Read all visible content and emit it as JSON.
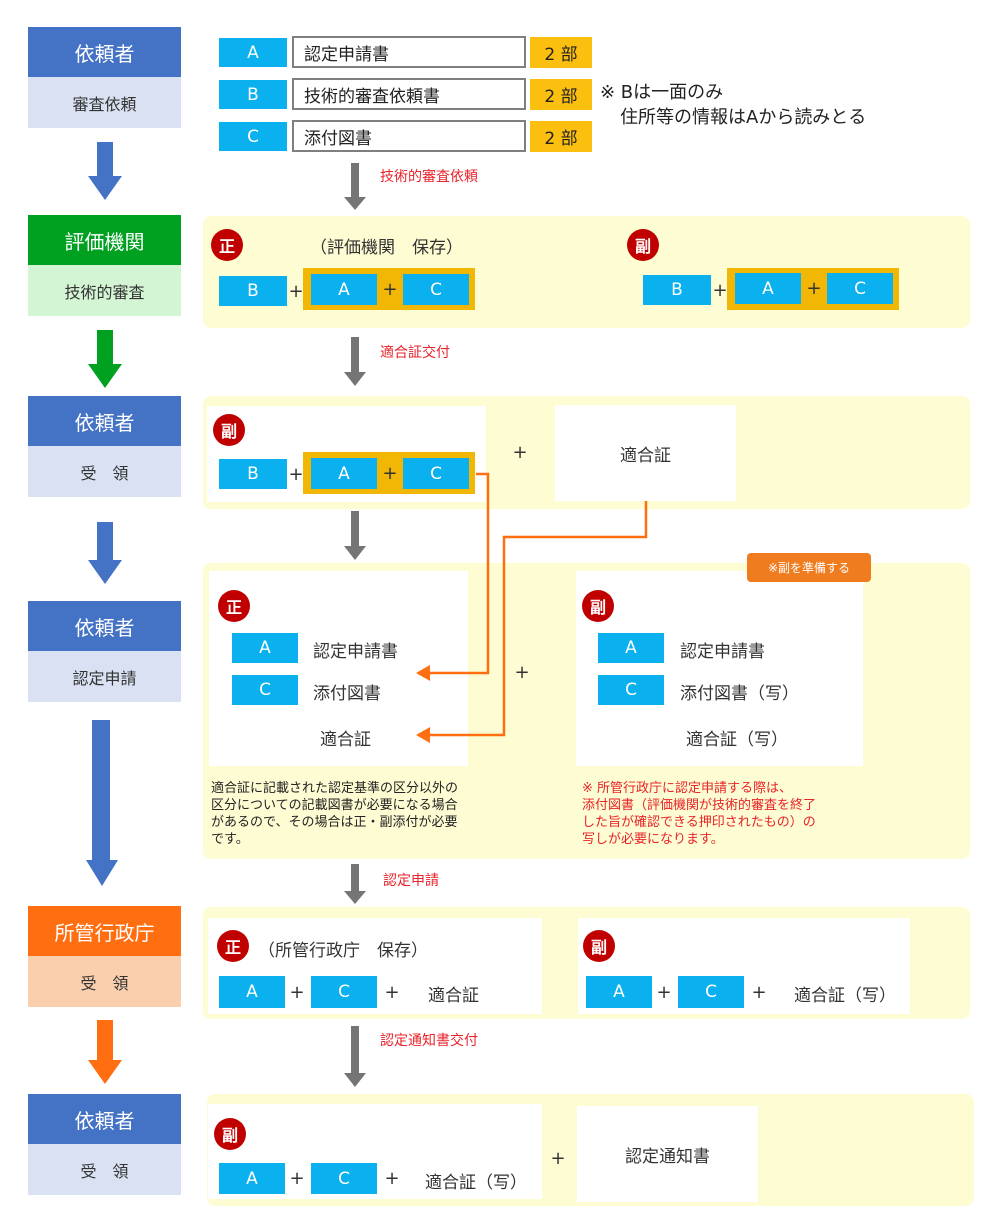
{
  "stages": [
    {
      "title": "依頼者",
      "sub": "審査依頼"
    },
    {
      "title": "評価機関",
      "sub": "技術的審査"
    },
    {
      "title": "依頼者",
      "sub": "受　領"
    },
    {
      "title": "依頼者",
      "sub": "認定申請"
    },
    {
      "title": "所管行政庁",
      "sub": "受　領"
    },
    {
      "title": "依頼者",
      "sub": "受　領"
    }
  ],
  "tags": {
    "A": "A",
    "B": "B",
    "C": "C"
  },
  "step1": {
    "docs": [
      {
        "tag": "A",
        "name": "認定申請書",
        "qty": "2 部"
      },
      {
        "tag": "B",
        "name": "技術的審査依頼書",
        "qty": "2 部"
      },
      {
        "tag": "C",
        "name": "添付図書",
        "qty": "2 部"
      }
    ],
    "note_line1": "※ Bは一面のみ",
    "note_line2": "住所等の情報はAから読みとる"
  },
  "badges": {
    "sei": "正",
    "fuku": "副"
  },
  "plus": "+",
  "arrow_labels": [
    "技術的審査依頼",
    "適合証交付",
    "認定申請",
    "認定通知書交付"
  ],
  "step2": {
    "sei_note": "（評価機関　保存）"
  },
  "step3": {
    "certificate": "適合証"
  },
  "step4": {
    "prep_tag": "※副を準備する",
    "sei_items": [
      {
        "tag": "A",
        "name": "認定申請書"
      },
      {
        "tag": "C",
        "name": "添付図書"
      }
    ],
    "sei_cert": "適合証",
    "fuku_items": [
      {
        "tag": "A",
        "name": "認定申請書"
      },
      {
        "tag": "C",
        "name": "添付図書（写）"
      }
    ],
    "fuku_cert": "適合証（写）",
    "note_left": [
      "適合証に記載された認定基準の区分以外の",
      "区分についての記載図書が必要になる場合",
      "があるので、その場合は正・副添付が必要",
      "です。"
    ],
    "note_right": [
      "※ 所管行政庁に認定申請する際は、",
      "添付図書（評価機関が技術的審査を終了",
      "した旨が確認できる押印されたもの）の",
      "写しが必要になります。"
    ]
  },
  "step5": {
    "sei_note": "（所管行政庁　保存）",
    "sei_cert": "適合証",
    "fuku_cert": "適合証（写）"
  },
  "step6": {
    "fuku_cert": "適合証（写）",
    "notice": "認定通知書"
  },
  "colors": {
    "blue": "#4472c4",
    "green": "#00a021",
    "orange": "#ff6f12",
    "cyan": "#0bb0ee",
    "gold": "#f2b705",
    "red": "#c00000"
  }
}
